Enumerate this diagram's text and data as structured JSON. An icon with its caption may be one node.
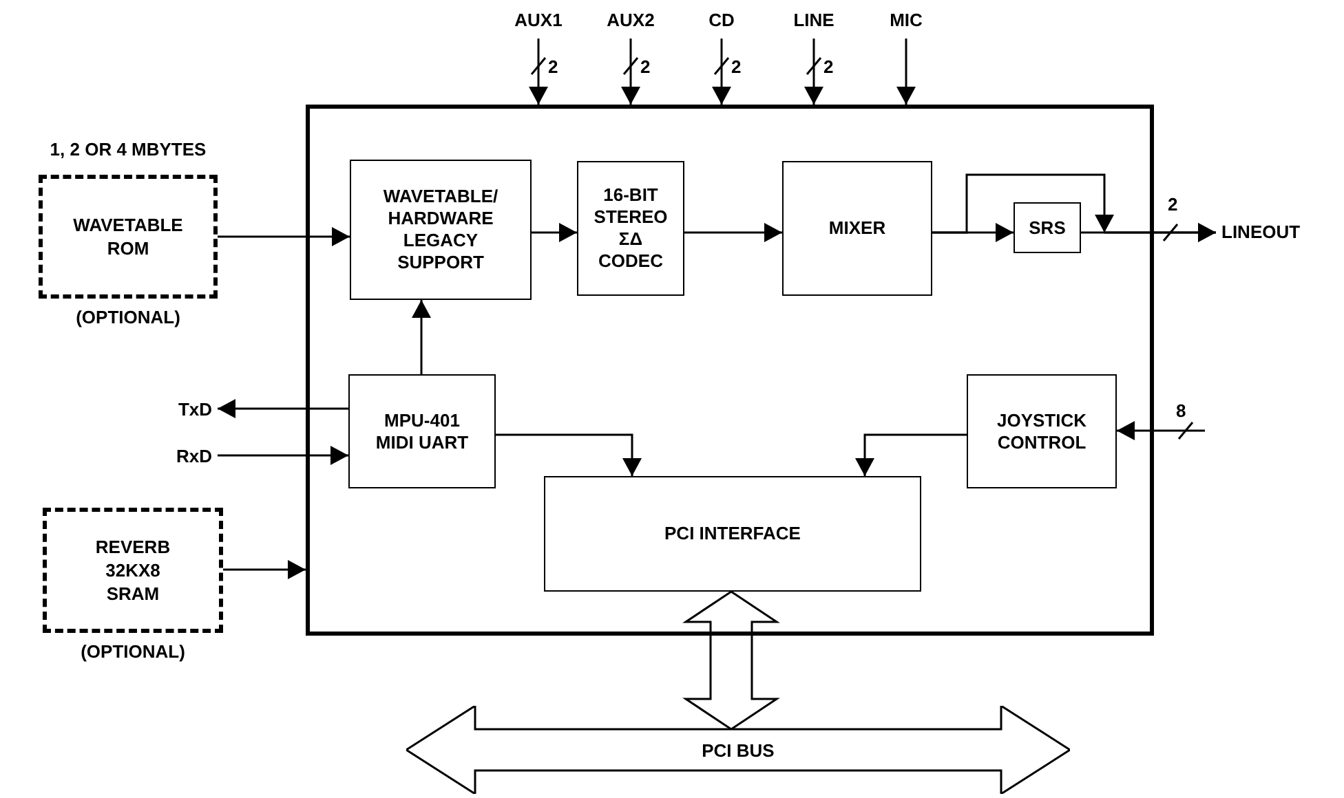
{
  "diagram": {
    "nodes": [
      {
        "text": [],
        "shape": "box"
      },
      {
        "text": [
          "1, 2  OR 4 MBYTES",
          "WAVETABLE ROM"
        ],
        "beside": [
          "(OPTIONAL)"
        ]
      },
      {
        "text": [
          "WAVETABLE/ HARDWARE LEGACY SUPPORT"
        ],
        "in": 0
      },
      {
        "text": [
          "16-BIT STEREO ΣΔ CODEC"
        ],
        "in": 0
      },
      {
        "text": [
          "MIXER"
        ],
        "in": 0
      },
      {
        "text": [
          "SRS"
        ],
        "in": 0
      },
      {
        "text": [
          "MPU-401 MIDI UART"
        ],
        "in": 0
      },
      {
        "text": [
          "JOYSTICK CONTROL"
        ],
        "in": 0
      },
      {
        "text": [
          "PCI INTERFACE"
        ],
        "in": 0
      },
      {
        "text": [
          "REVERB 32KX8 SRAM"
        ],
        "beside": [
          "(OPTIONAL)"
        ]
      },
      {
        "text": [
          "PCI BUS"
        ]
      },
      {
        "text": [
          "AUX1"
        ]
      },
      {
        "text": [
          "AUX2"
        ]
      },
      {
        "text": [
          "CD"
        ]
      },
      {
        "text": [
          "LINE"
        ]
      },
      {
        "text": [
          "MIC"
        ]
      },
      {
        "text": [
          "LINEOUT"
        ]
      },
      {
        "text": [
          "TxD"
        ]
      },
      {
        "text": [
          "RxD"
        ]
      }
    ],
    "edges": [
      {
        "from": 11,
        "to": 0,
        "arrow": "to",
        "label": "2"
      },
      {
        "from": 12,
        "to": 0,
        "arrow": "to",
        "label": "2"
      },
      {
        "from": 13,
        "to": 0,
        "arrow": "to",
        "label": "2"
      },
      {
        "from": 14,
        "to": 0,
        "arrow": "to",
        "label": "2"
      },
      {
        "from": 15,
        "to": 0,
        "arrow": "to"
      },
      {
        "from": 1,
        "to": 2,
        "arrow": "to"
      },
      {
        "from": 2,
        "to": 3,
        "arrow": "to"
      },
      {
        "from": 3,
        "to": 4,
        "arrow": "to"
      },
      {
        "from": 4,
        "to": 5,
        "arrow": "to"
      },
      {
        "from": 5,
        "to": 16,
        "arrow": "to",
        "label": "2"
      },
      {
        "from": 4,
        "to": 16,
        "arrow": "to"
      },
      {
        "from": 6,
        "to": 2,
        "arrow": "to"
      },
      {
        "from": 6,
        "to": 17,
        "arrow": "to"
      },
      {
        "from": 18,
        "to": 6,
        "arrow": "to"
      },
      {
        "from": 6,
        "to": 8,
        "arrow": "to"
      },
      {
        "from": 7,
        "to": 8,
        "arrow": "to"
      },
      {
        "from": null,
        "to": 7,
        "arrow": "to",
        "label": "8"
      },
      {
        "from": 9,
        "to": 0,
        "arrow": "to"
      },
      {
        "from": 8,
        "to": 10,
        "arrow": "both",
        "style": "thick"
      }
    ]
  }
}
